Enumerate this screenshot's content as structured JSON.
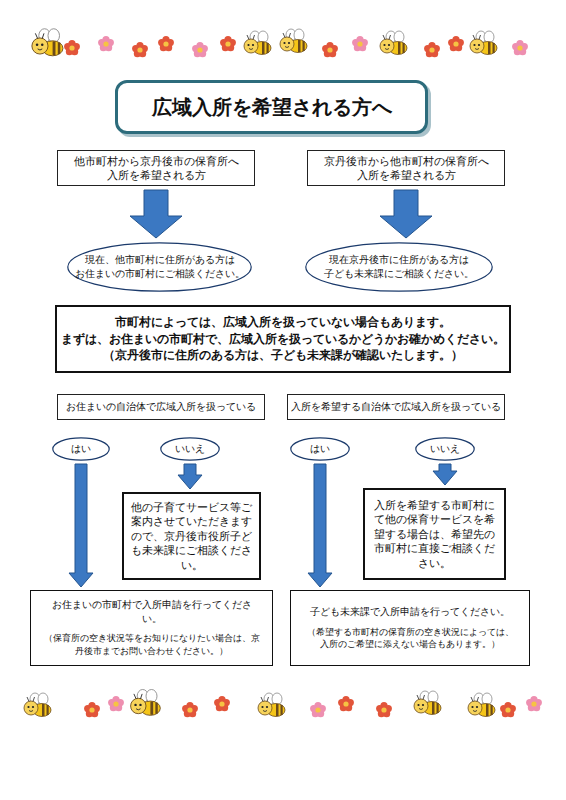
{
  "diagram": {
    "title": "広域入所を希望される方へ",
    "nodes": [
      {
        "text": [
          "他市町村から京丹後市の保育所へ 入所を希望される方"
        ]
      },
      {
        "text": [
          "京丹後市から他市町村の保育所へ 入所を希望される方"
        ]
      },
      {
        "text": [
          "現在、他市町村に住所がある方は お住まいの市町村にご相談ください。"
        ]
      },
      {
        "text": [
          "現在京丹後市に住所がある方は 子ども未来課にご相談ください。"
        ]
      },
      {
        "text": [
          "市町村によっては、広域入所を扱っていない場合もあります。",
          "まずは、お住まいの市町村で、広域入所を扱っているかどうかお確かめください。",
          "（京丹後市に住所のある方は、子ども未来課が確認いたします。）"
        ]
      },
      {
        "text": [
          "お住まいの自治体で広域入所を扱っている"
        ]
      },
      {
        "text": [
          "入所を希望する自治体で広域入所を扱っている"
        ]
      },
      {
        "text": [
          "はい"
        ]
      },
      {
        "text": [
          "いいえ"
        ]
      },
      {
        "text": [
          "はい"
        ]
      },
      {
        "text": [
          "いいえ"
        ]
      },
      {
        "text": [
          "他の子育てサービス等ご案内させていただきますので、京丹後市役所子ども未来課にご相談ください。"
        ]
      },
      {
        "text": [
          "入所を希望する市町村にて他の保育サービスを希望する場合は、希望先の市町村に直接ご相談ください。"
        ]
      },
      {
        "text": [
          "お住まいの市町村で入所申請を行ってください。",
          "（保育所の空き状況等をお知りになりたい場合は、京丹後市までお問い合わせください。）"
        ]
      },
      {
        "text": [
          "子ども未来課で入所申請を行ってください。",
          "（希望する市町村の保育所の空き状況によっては、入所のご希望に添えない場合もあります。）"
        ]
      }
    ],
    "edges": [
      {
        "from": 0,
        "to": 2,
        "arrow": "to"
      },
      {
        "from": 1,
        "to": 3,
        "arrow": "to"
      },
      {
        "from": 7,
        "to": 13,
        "arrow": "to"
      },
      {
        "from": 8,
        "to": 11,
        "arrow": "to"
      },
      {
        "from": 9,
        "to": 14,
        "arrow": "to"
      },
      {
        "from": 10,
        "to": 12,
        "arrow": "to"
      }
    ]
  }
}
